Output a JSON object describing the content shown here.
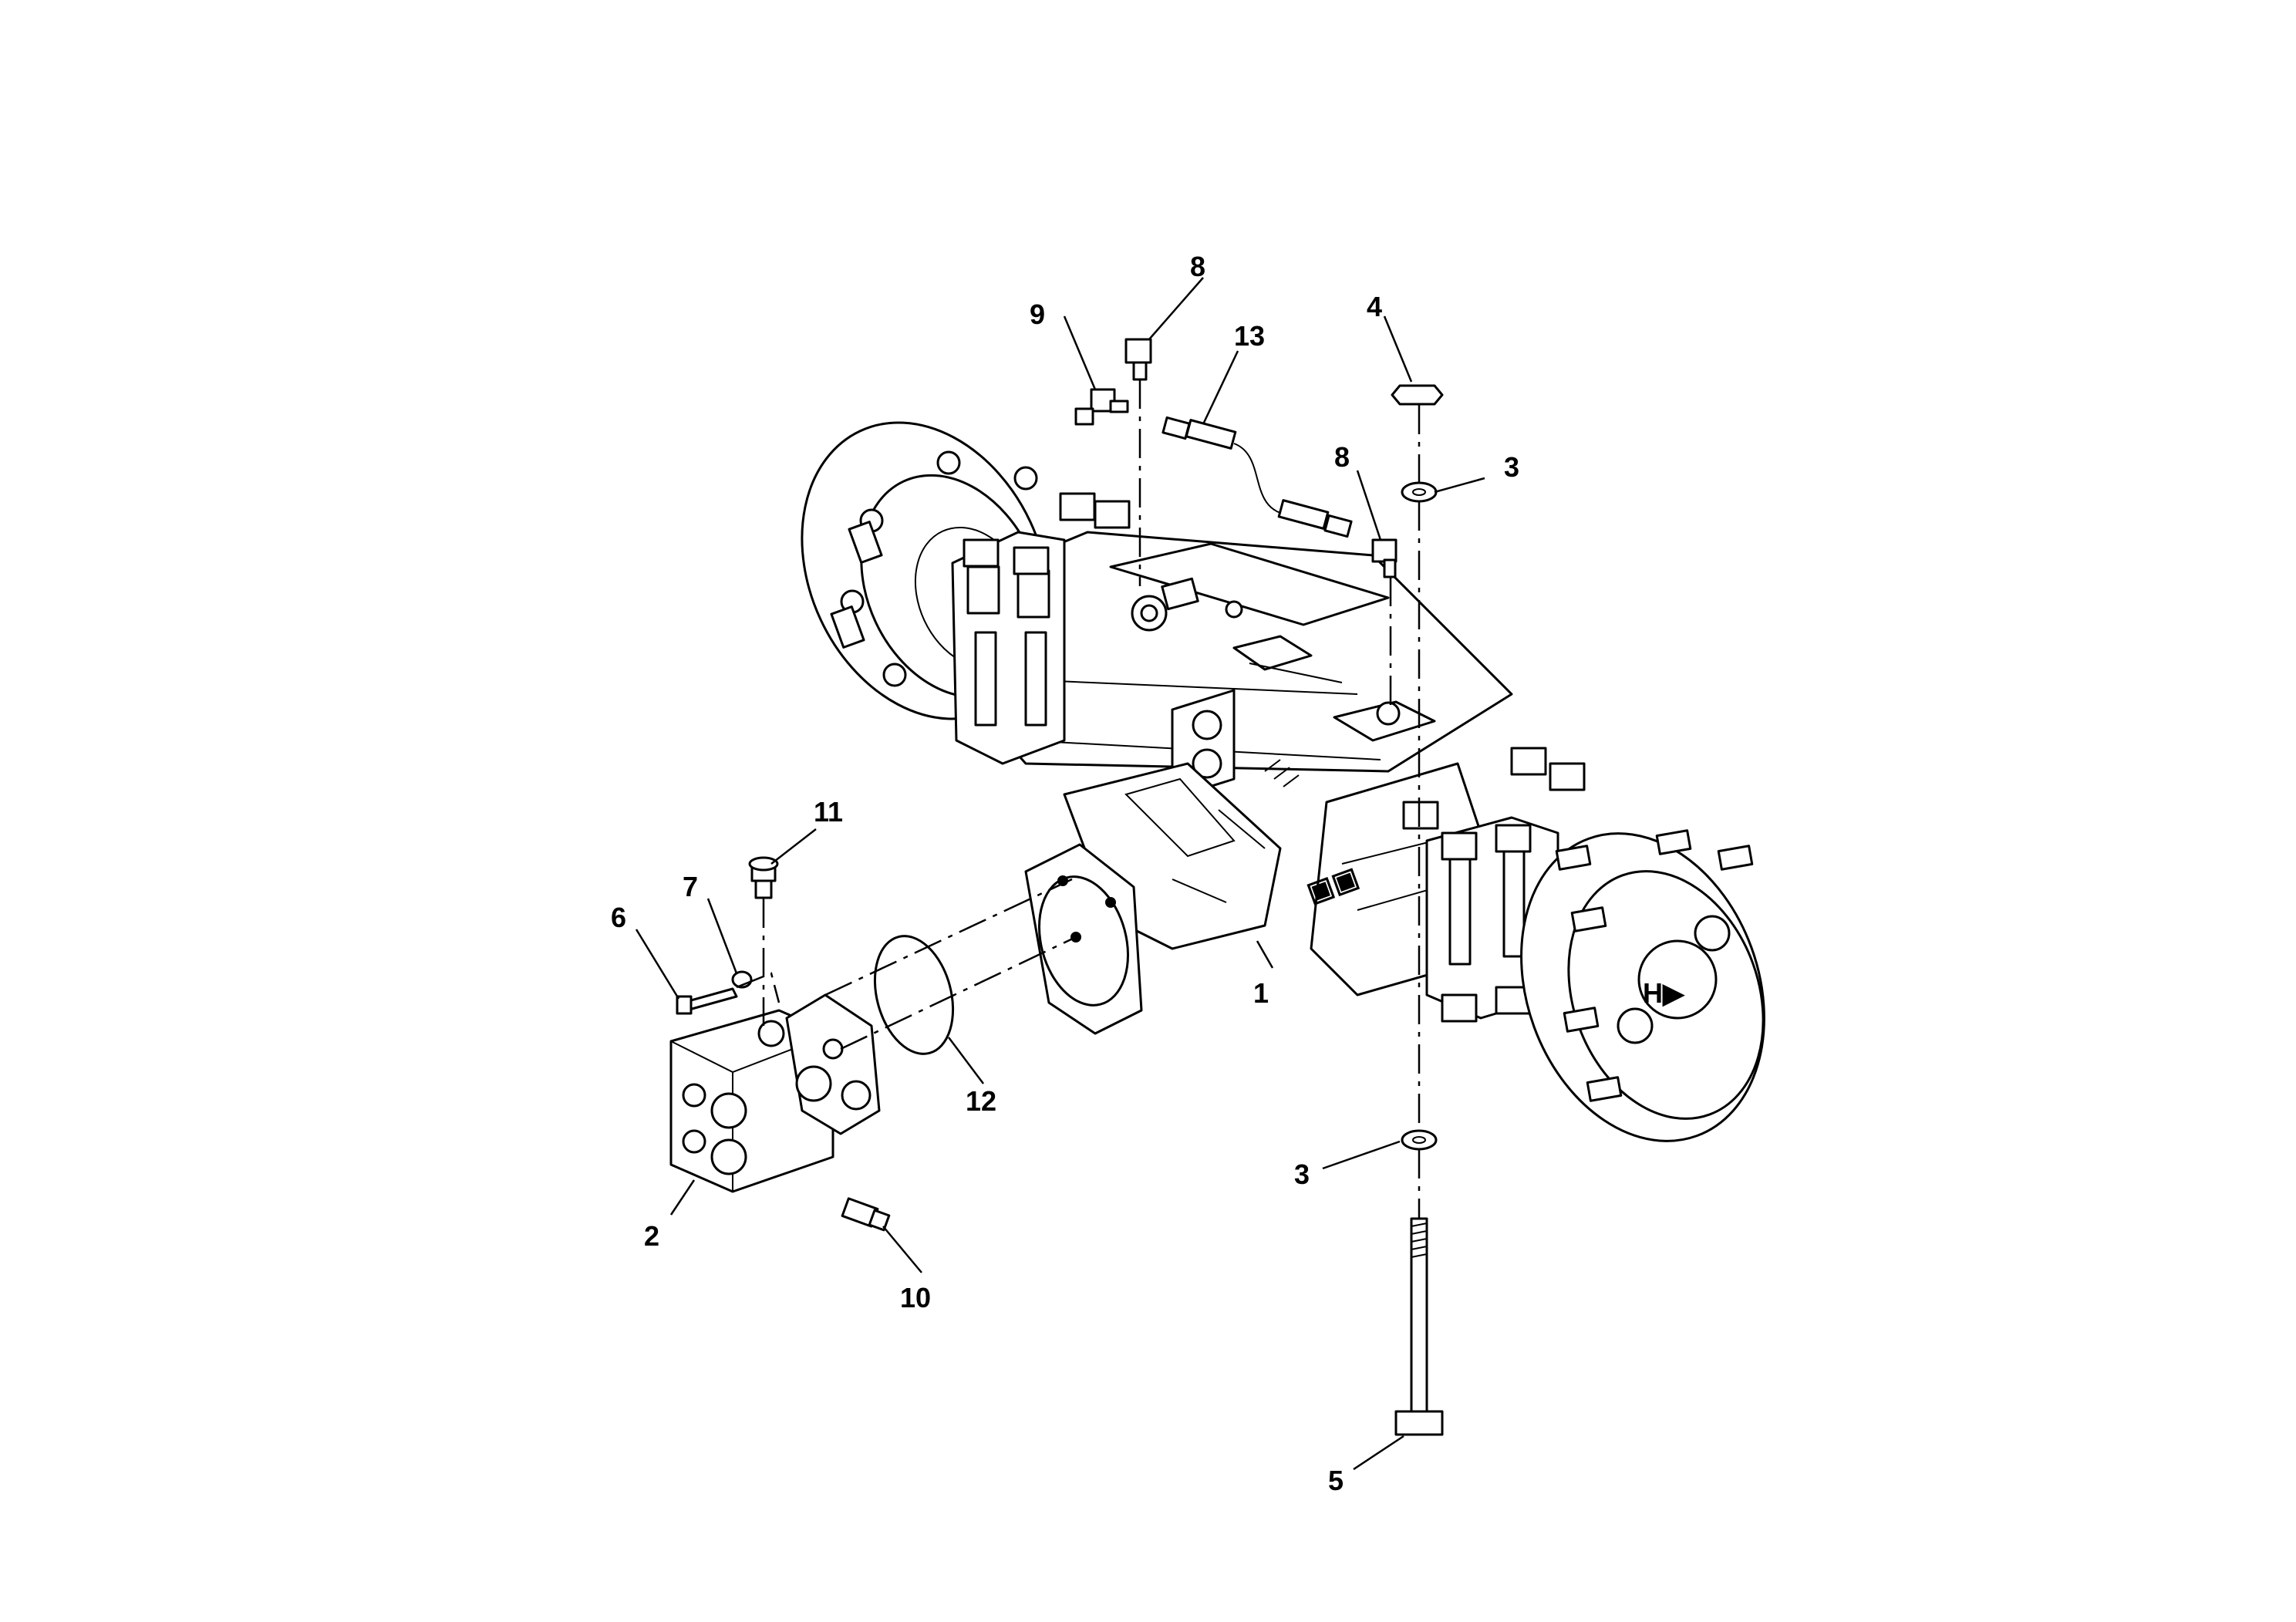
{
  "callouts": [
    {
      "id": "c1",
      "label": "1"
    },
    {
      "id": "c2",
      "label": "2"
    },
    {
      "id": "c3a",
      "label": "3"
    },
    {
      "id": "c3b",
      "label": "3"
    },
    {
      "id": "c4",
      "label": "4"
    },
    {
      "id": "c5",
      "label": "5"
    },
    {
      "id": "c6",
      "label": "6"
    },
    {
      "id": "c7",
      "label": "7"
    },
    {
      "id": "c8a",
      "label": "8"
    },
    {
      "id": "c8b",
      "label": "8"
    },
    {
      "id": "c9",
      "label": "9"
    },
    {
      "id": "c10",
      "label": "10"
    },
    {
      "id": "c11",
      "label": "11"
    },
    {
      "id": "c12",
      "label": "12"
    },
    {
      "id": "c13",
      "label": "13"
    }
  ]
}
